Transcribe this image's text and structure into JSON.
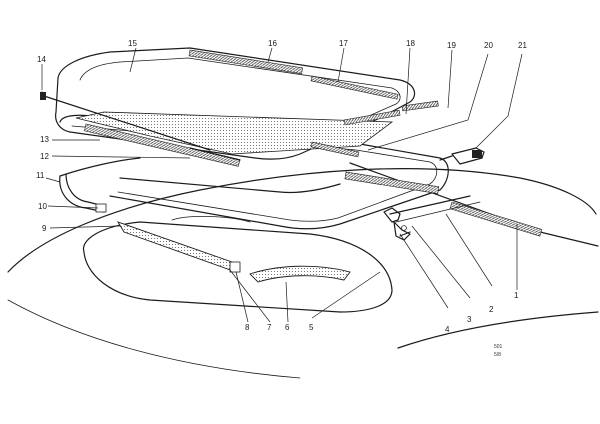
{
  "diagram": {
    "callouts": [
      {
        "id": "c1",
        "label": "1"
      },
      {
        "id": "c2",
        "label": "2"
      },
      {
        "id": "c3",
        "label": "3"
      },
      {
        "id": "c4",
        "label": "4"
      },
      {
        "id": "c5",
        "label": "5"
      },
      {
        "id": "c6",
        "label": "6"
      },
      {
        "id": "c7",
        "label": "7"
      },
      {
        "id": "c8",
        "label": "8"
      },
      {
        "id": "c9",
        "label": "9"
      },
      {
        "id": "c10",
        "label": "10"
      },
      {
        "id": "c11",
        "label": "11"
      },
      {
        "id": "c12",
        "label": "12"
      },
      {
        "id": "c13",
        "label": "13"
      },
      {
        "id": "c14",
        "label": "14"
      },
      {
        "id": "c15",
        "label": "15"
      },
      {
        "id": "c16",
        "label": "16"
      },
      {
        "id": "c17",
        "label": "17"
      },
      {
        "id": "c18",
        "label": "18"
      },
      {
        "id": "c19",
        "label": "19"
      },
      {
        "id": "c20",
        "label": "20"
      },
      {
        "id": "c21",
        "label": "21"
      }
    ],
    "drawing_ref": [
      "501",
      "5/8"
    ],
    "line_color": "#1c1c1c",
    "background": "#ffffff"
  }
}
